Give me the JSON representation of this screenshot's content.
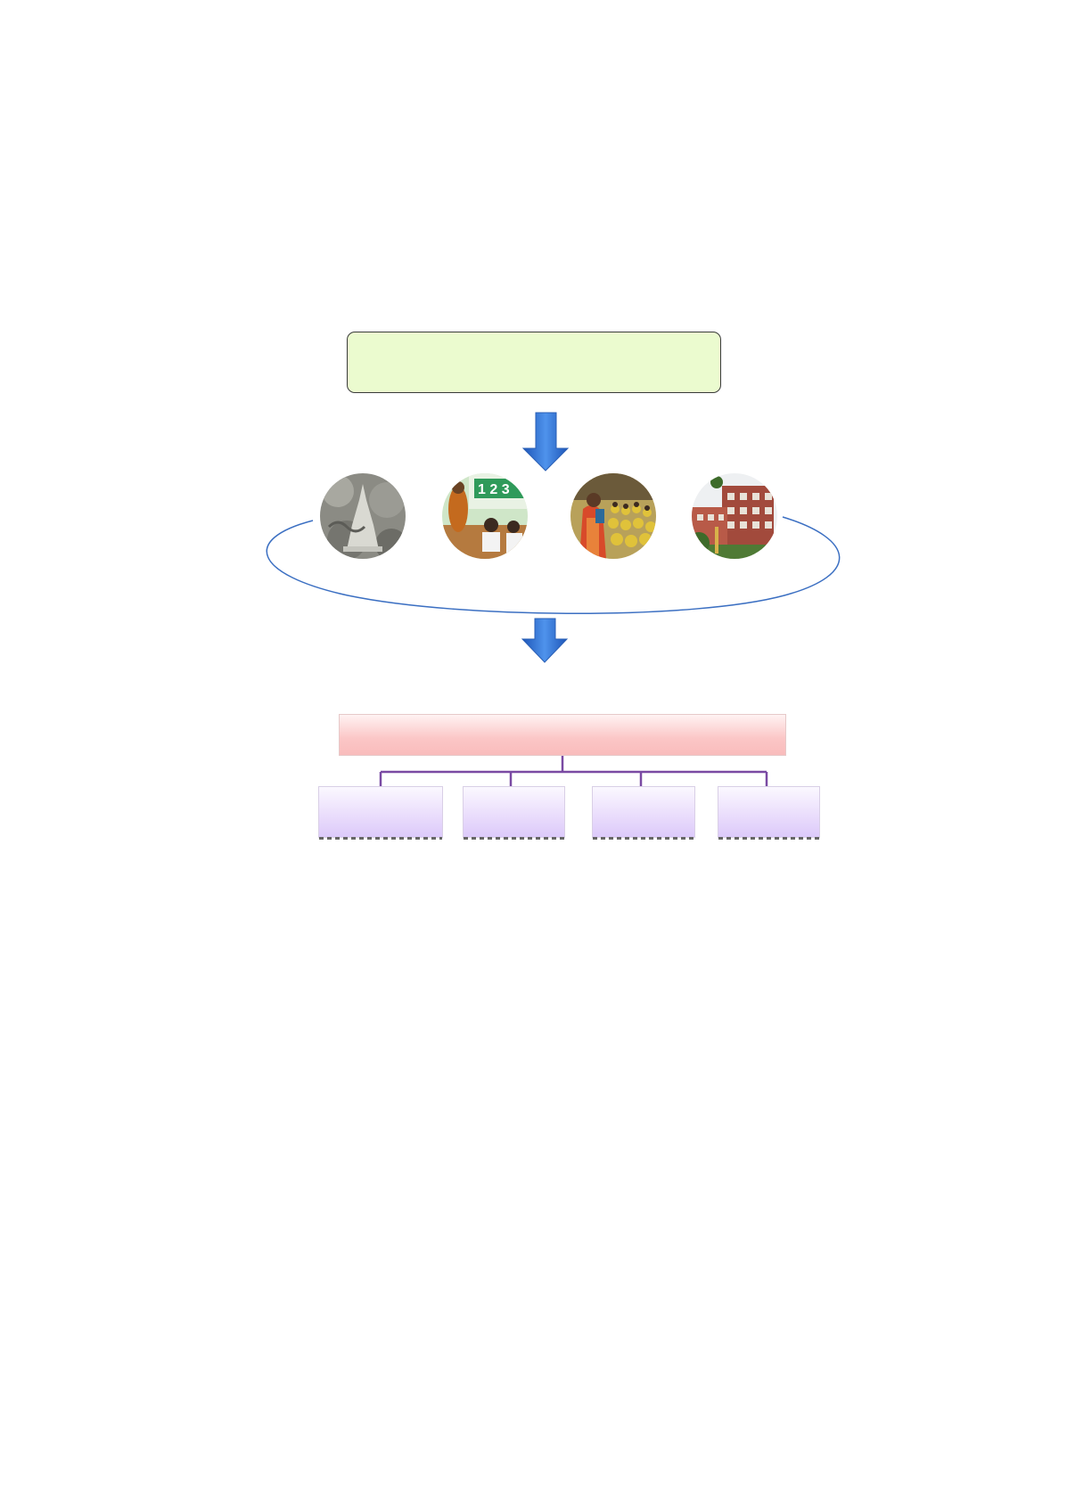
{
  "diagram": {
    "top_box_text": "",
    "ellipse_photos": [
      {
        "icon": "temple-photo",
        "description_hidden": true
      },
      {
        "icon": "classroom-photo",
        "description_hidden": true
      },
      {
        "icon": "assembly-crowd-photo",
        "description_hidden": true
      },
      {
        "icon": "school-building-photo",
        "description_hidden": true
      }
    ],
    "middle_box_text": "",
    "child_boxes": [
      "",
      "",
      "",
      ""
    ]
  },
  "colors": {
    "top_box_fill": "#ebfbcf",
    "arrow_blue": "#2f6fd6",
    "ellipse_stroke": "#3b6fc2",
    "middle_box_fill": "#fbc6c6",
    "connector_purple": "#7a4aa3",
    "child_box_fill": "#e6d7fb"
  }
}
